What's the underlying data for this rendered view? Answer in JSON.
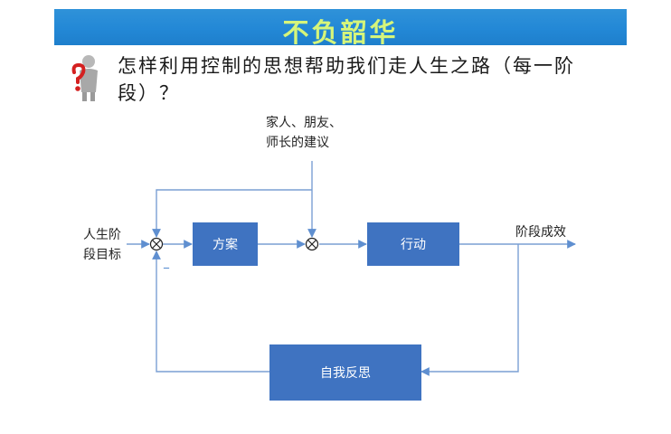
{
  "title": "不负韶华",
  "question": "怎样利用控制的思想帮助我们走人生之路（每一阶段）？",
  "diagram": {
    "input_line1": "人生阶",
    "input_line2": "段目标",
    "advice_line1": "家人、朋友、",
    "advice_line2": "师长的建议",
    "plan": "方案",
    "action": "行动",
    "output": "阶段成效",
    "feedback": "自我反思",
    "minus_sign": "_"
  },
  "colors": {
    "title_bg": "#2388d6",
    "title_text": "#d6f57a",
    "box": "#3f73c1",
    "line": "#7a9fd4"
  }
}
